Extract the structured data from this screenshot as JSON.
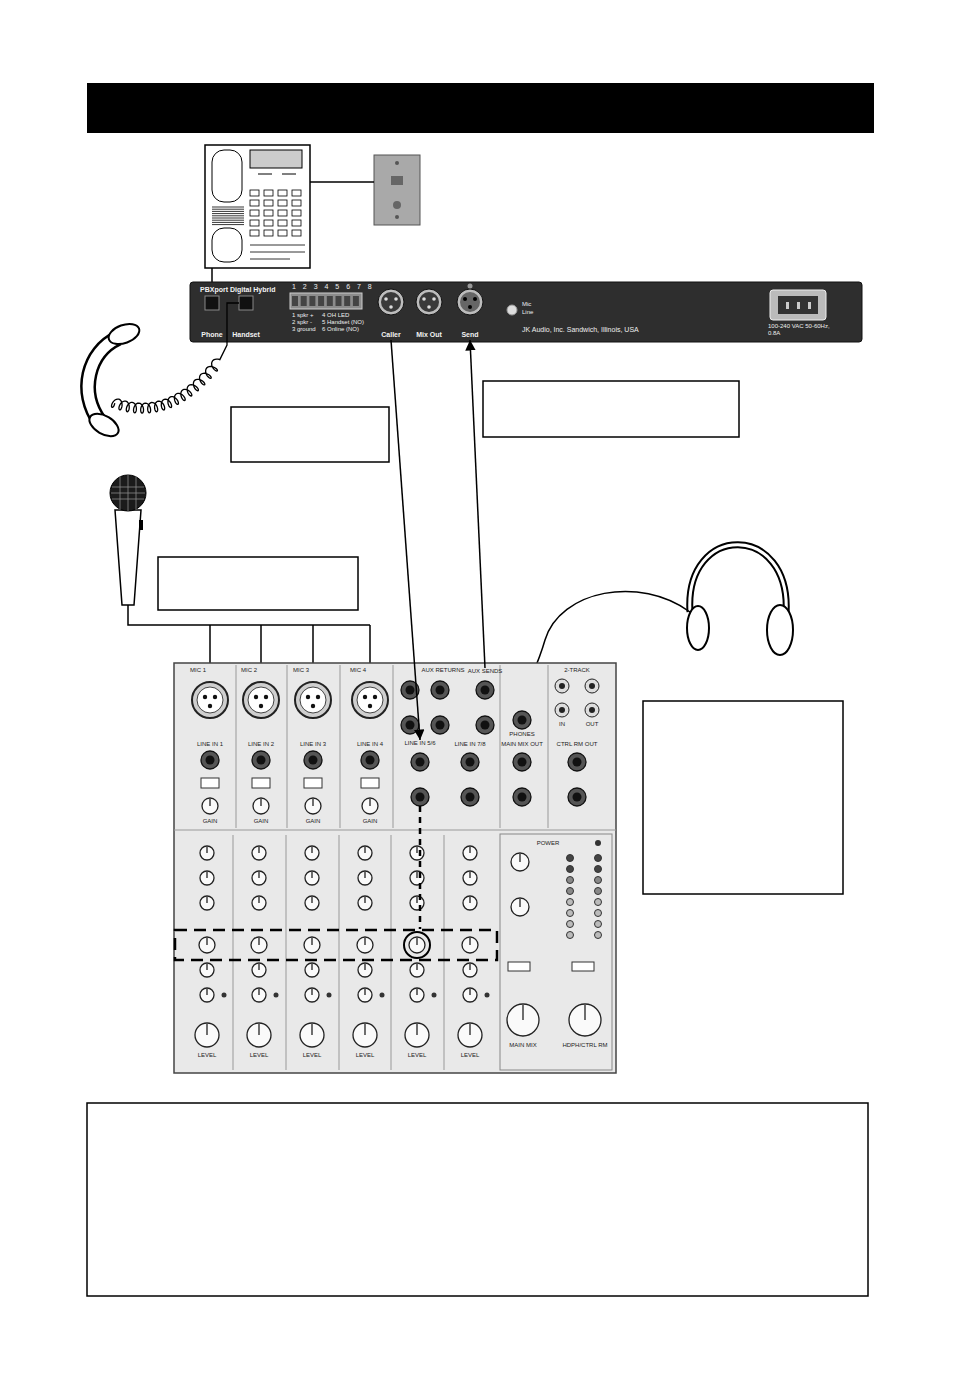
{
  "diagram": {
    "nodes": [
      {
        "text": [
          "PBXport Digital Hybrid"
        ]
      },
      {
        "text": [
          "Phone"
        ],
        "in": 0
      },
      {
        "text": [
          "Handset"
        ],
        "in": 0
      },
      {
        "text": [
          "Caller"
        ],
        "in": 0
      },
      {
        "text": [
          "Mix Out"
        ],
        "in": 0
      },
      {
        "text": [
          "Send"
        ],
        "in": 0
      },
      {
        "text": [
          "LINE IN 5/6"
        ]
      },
      {
        "text": [
          "AUX SENDS"
        ]
      }
    ],
    "edges": [
      {
        "from": 3,
        "to": 6,
        "arrow": "to"
      },
      {
        "from": 7,
        "to": 5,
        "arrow": "to"
      }
    ],
    "labels": [
      "1 2 3 4 5 6 7 8",
      "1 spkr +",
      "2 spkr -",
      "3 ground",
      "4 OH LED",
      "5 Handset (NO)",
      "6 Online (NO)",
      "Mic",
      "Line",
      "JK Audio, Inc. Sandwich, Illinois, USA",
      "100-240 VAC 50-60Hz, 0.8A",
      "MIC 1",
      "MIC 2",
      "MIC 3",
      "MIC 4",
      "LINE IN 1",
      "LINE IN 2",
      "LINE IN 3",
      "LINE IN 4",
      "AUX RETURNS",
      "PHONES",
      "2-TRACK",
      "IN",
      "OUT",
      "LINE IN 7/8",
      "MAIN MIX OUT",
      "CTRL RM OUT",
      "GAIN",
      "GAIN",
      "GAIN",
      "GAIN",
      "LEVEL",
      "LEVEL",
      "LEVEL",
      "LEVEL",
      "LEVEL",
      "LEVEL",
      "MAIN MIX",
      "HDPH/CTRL RM",
      "POWER"
    ]
  }
}
